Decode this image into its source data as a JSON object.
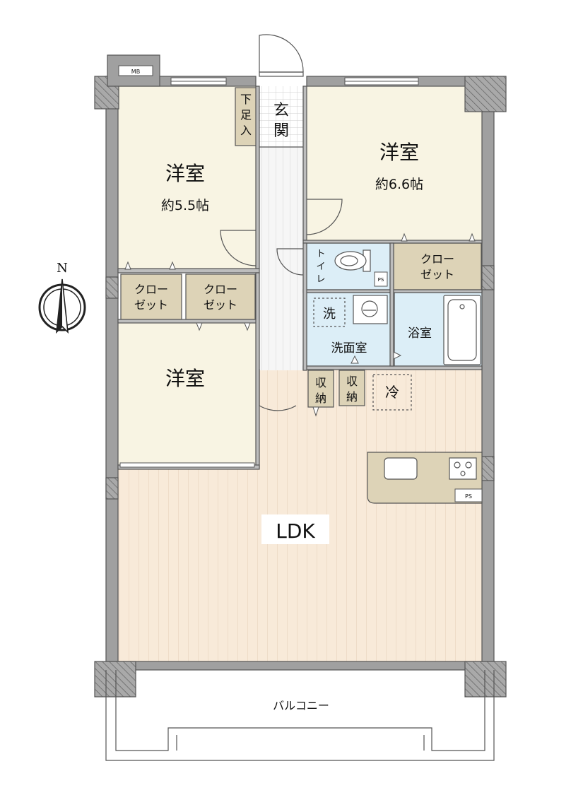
{
  "colors": {
    "wall": "#9a9a9a",
    "wall_dark": "#777777",
    "bedroom": "#f8f4e3",
    "closet": "#ddd3b7",
    "wet_area": "#dceef7",
    "ldk_floor": "#f8ead9",
    "ldk_stripe": "#e6d0b8",
    "hall_floor": "#f2f2f2",
    "line": "#555555"
  },
  "north": {
    "letter": "N"
  },
  "rooms": {
    "bedroom_nw": {
      "name": "洋室",
      "size": "約5.5帖"
    },
    "bedroom_ne": {
      "name": "洋室",
      "size": "約6.6帖"
    },
    "bedroom_w": {
      "name": "洋室"
    },
    "entrance": {
      "name": "玄関"
    },
    "shoe_storage": {
      "name": "下足入"
    },
    "toilet": {
      "name": "トイレ"
    },
    "closet_ne": {
      "line1": "クロー",
      "line2": "ゼット"
    },
    "closet_w1": {
      "line1": "クロー",
      "line2": "ゼット"
    },
    "closet_w2": {
      "line1": "クロー",
      "line2": "ゼット"
    },
    "washroom": {
      "name": "洗面室",
      "washer": "洗"
    },
    "bathroom": {
      "name": "浴室"
    },
    "storage_1": {
      "name": "収納"
    },
    "storage_2": {
      "name": "収納"
    },
    "fridge": {
      "name": "冷"
    },
    "ldk": {
      "name": "LDK"
    },
    "balcony": {
      "name": "バルコニー"
    }
  },
  "tags": {
    "mb": "MB",
    "ps_toilet": "PS",
    "ps_kitchen": "PS"
  }
}
